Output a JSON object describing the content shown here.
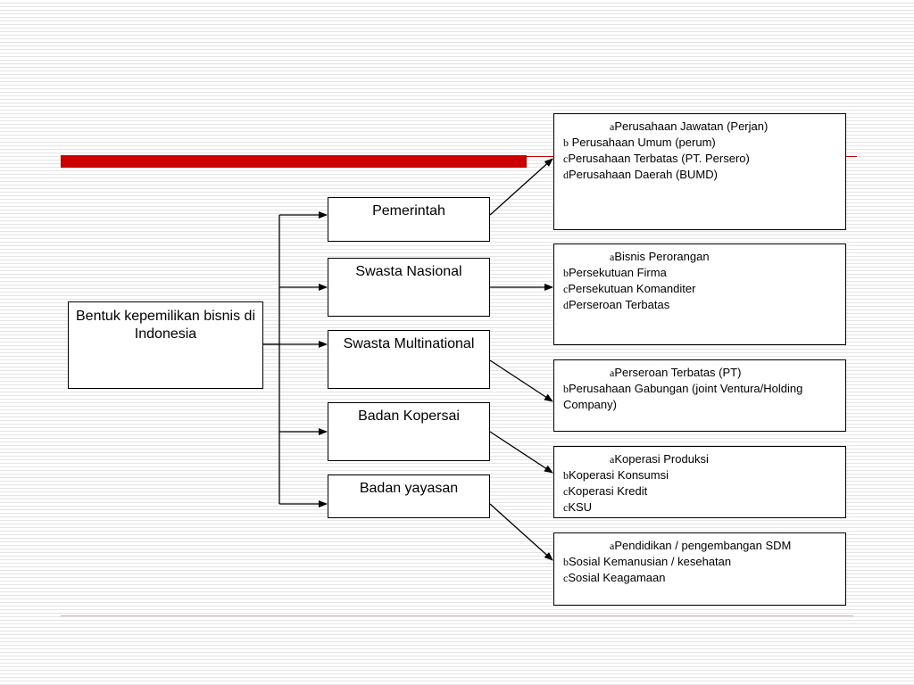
{
  "root": {
    "label": "Bentuk kepemilikan bisnis di Indonesia"
  },
  "categories": [
    {
      "label": "Pemerintah"
    },
    {
      "label": "Swasta Nasional"
    },
    {
      "label": "Swasta Multinational"
    },
    {
      "label": "Badan Kopersai"
    },
    {
      "label": "Badan yayasan"
    }
  ],
  "details": [
    {
      "items": [
        {
          "marker": "a",
          "text": "Perusahaan Jawatan (Perjan)"
        },
        {
          "marker": "b",
          "text": " Perusahaan Umum (perum)"
        },
        {
          "marker": "c",
          "text": "Perusahaan Terbatas (PT. Persero)"
        },
        {
          "marker": "d",
          "text": "Perusahaan Daerah (BUMD)"
        }
      ]
    },
    {
      "items": [
        {
          "marker": "a",
          "text": "Bisnis Perorangan"
        },
        {
          "marker": "b",
          "text": "Persekutuan Firma"
        },
        {
          "marker": "c",
          "text": "Persekutuan Komanditer"
        },
        {
          "marker": "d",
          "text": "Perseroan Terbatas"
        }
      ]
    },
    {
      "items": [
        {
          "marker": "a",
          "text": "Perseroan Terbatas (PT)"
        },
        {
          "marker": "b",
          "text": "Perusahaan Gabungan (joint Ventura/Holding Company)"
        }
      ]
    },
    {
      "items": [
        {
          "marker": "a",
          "text": "Koperasi Produksi"
        },
        {
          "marker": "b",
          "text": "Koperasi Konsumsi"
        },
        {
          "marker": "c",
          "text": "Koperasi Kredit"
        },
        {
          "marker": "c",
          "text": "KSU"
        }
      ]
    },
    {
      "items": [
        {
          "marker": "a",
          "text": "Pendidikan / pengembangan SDM"
        },
        {
          "marker": "b",
          "text": "Sosial Kemanusian / kesehatan"
        },
        {
          "marker": "c",
          "text": "Sosial Keagamaan"
        }
      ]
    }
  ]
}
